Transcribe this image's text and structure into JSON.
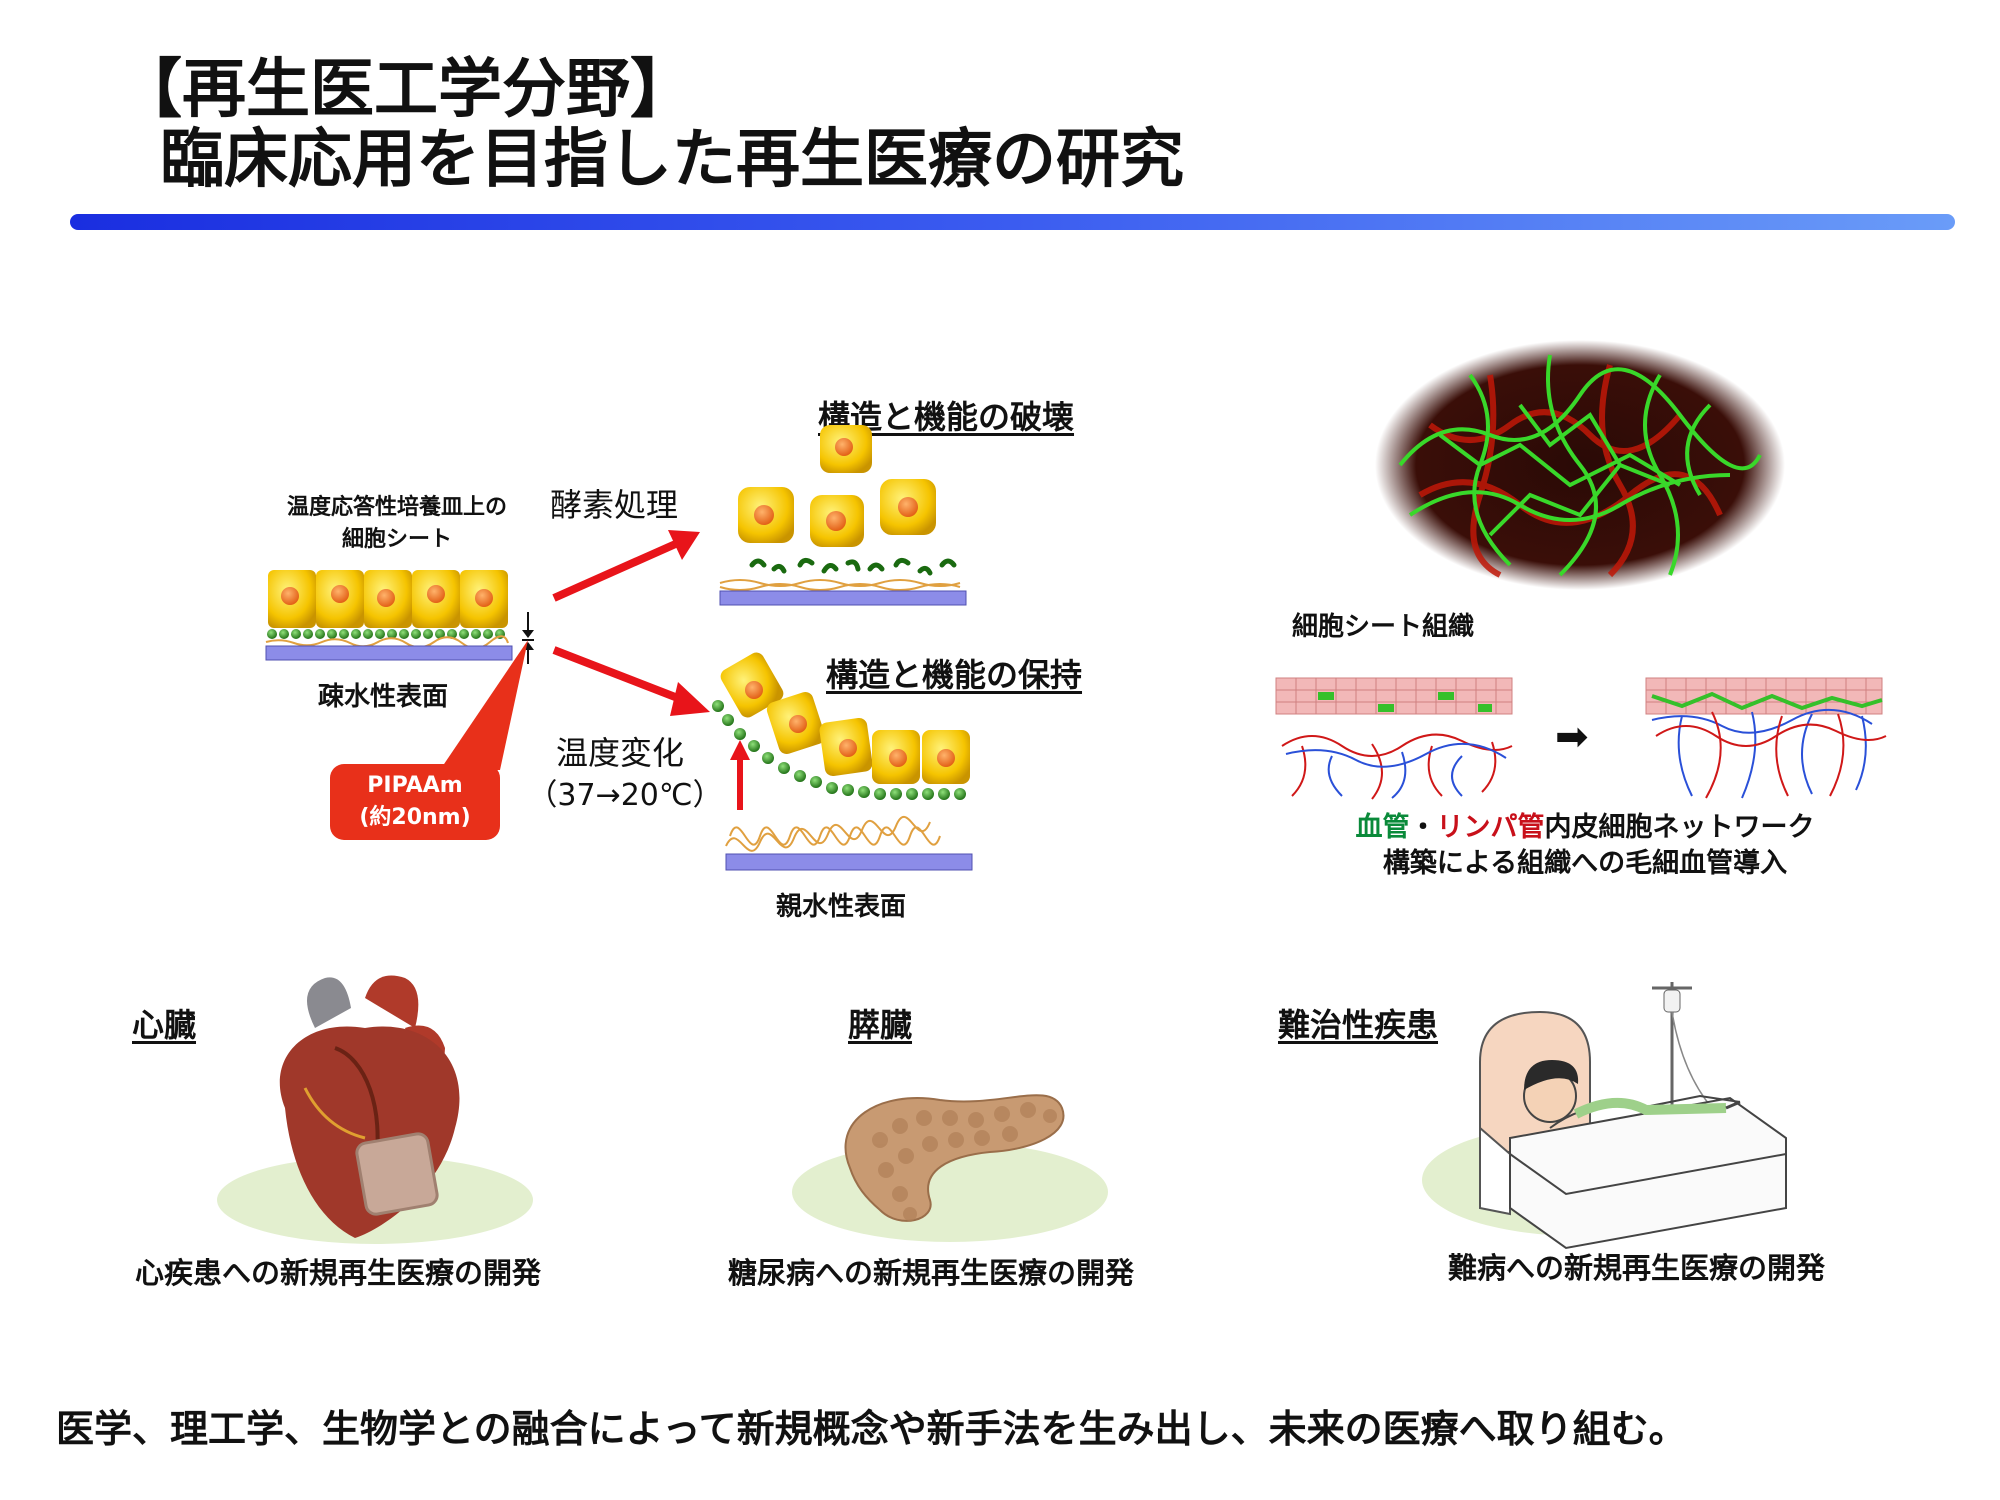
{
  "header": {
    "title_line1": "【再生医工学分野】",
    "title_line2": "臨床応用を目指した再生医療の研究"
  },
  "cell_sheet": {
    "dish_label_line1": "温度応答性培養皿上の",
    "dish_label_line2": "細胞シート",
    "enzyme_label": "酵素処理",
    "destruction_label": "構造と機能の破壊",
    "preservation_label": "構造と機能の保持",
    "hydrophobic_label": "疎水性表面",
    "temp_change_label": "温度変化",
    "temp_range_label": "（37→20℃）",
    "polymer_name": "PIPAAm",
    "polymer_size": "(約20nm)",
    "hydrophilic_label": "親水性表面"
  },
  "vascular": {
    "tissue_label": "細胞シート組織",
    "caption_blood": "血管",
    "caption_sep": "・",
    "caption_lymph": "リンパ管",
    "caption_rest": "内皮細胞ネットワーク",
    "caption_line2": "構築による組織への毛細血管導入",
    "color_blood": "#0a8a3a",
    "color_lymph": "#c8101a"
  },
  "applications": [
    {
      "heading": "心臓",
      "caption": "心疾患への新規再生医療の開発"
    },
    {
      "heading": "膵臓",
      "caption": "糖尿病への新規再生医療の開発"
    },
    {
      "heading": "難治性疾患",
      "caption": "難病への新規再生医療の開発"
    }
  ],
  "footer": {
    "text": "医学、理工学、生物学との融合によって新規概念や新手法を生み出し、未来の医療へ取り組む。"
  }
}
